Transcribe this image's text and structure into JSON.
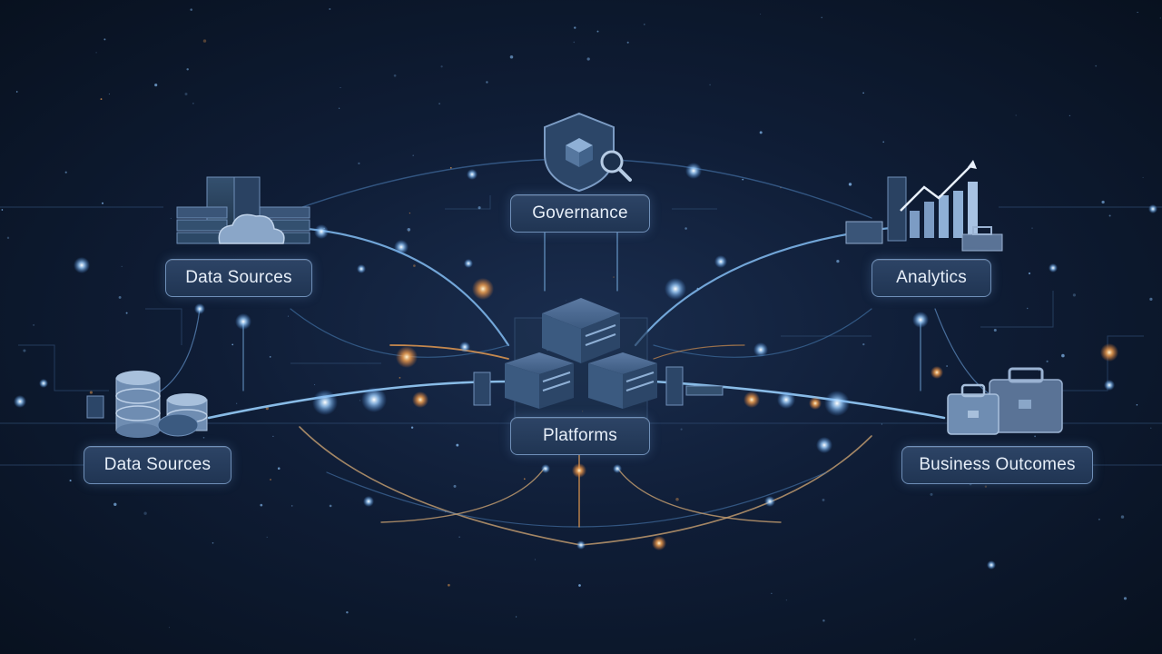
{
  "nodes": {
    "governance": "Governance",
    "data_sources_top": "Data Sources",
    "analytics": "Analytics",
    "platforms": "Platforms",
    "data_sources_bottom": "Data Sources",
    "business_outcomes": "Business Outcomes"
  },
  "colors": {
    "background": "#0f1d36",
    "line_blue": "#5b9bd8",
    "glow_orange": "#f0a050",
    "label_border": "#6f8fb8",
    "icon_fill": "#3c5a80"
  },
  "icons": {
    "governance": "shield-cube-search-icon",
    "data_sources_top": "server-cloud-icon",
    "analytics": "bar-chart-trend-icon",
    "platforms": "server-cluster-icon",
    "data_sources_bottom": "database-cylinders-icon",
    "business_outcomes": "briefcase-icon"
  }
}
